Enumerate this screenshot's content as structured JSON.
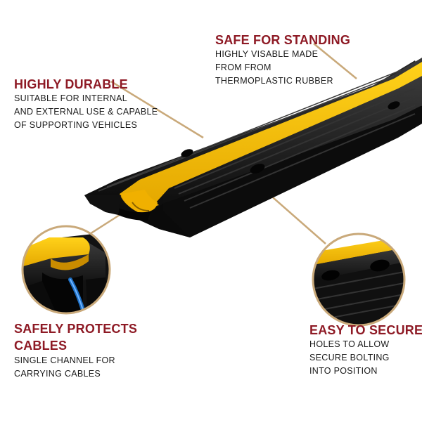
{
  "colors": {
    "heading": "#8e1a25",
    "body_text": "#1a1a1a",
    "leader_line": "#c9a97a",
    "rubber": "#151515",
    "cover": "#f5b800",
    "cable": "#1d6fc4"
  },
  "callouts": {
    "standing": {
      "heading": "SAFE FOR STANDING",
      "lines": [
        "HIGHLY VISABLE MADE",
        "FROM FROM",
        "THERMOPLASTIC RUBBER"
      ]
    },
    "durable": {
      "heading": "HIGHLY DURABLE",
      "lines": [
        "SUITABLE FOR INTERNAL",
        "AND EXTERNAL USE & CAPABLE",
        "OF SUPPORTING VEHICLES"
      ]
    },
    "cables": {
      "heading_lines": [
        "SAFELY PROTECTS",
        "CABLES"
      ],
      "lines": [
        "SINGLE CHANNEL FOR",
        "CARRYING CABLES"
      ]
    },
    "secure": {
      "heading": "EASY TO SECURE",
      "lines": [
        "HOLES TO ALLOW",
        "SECURE BOLTING",
        "INTO POSITION"
      ]
    }
  }
}
